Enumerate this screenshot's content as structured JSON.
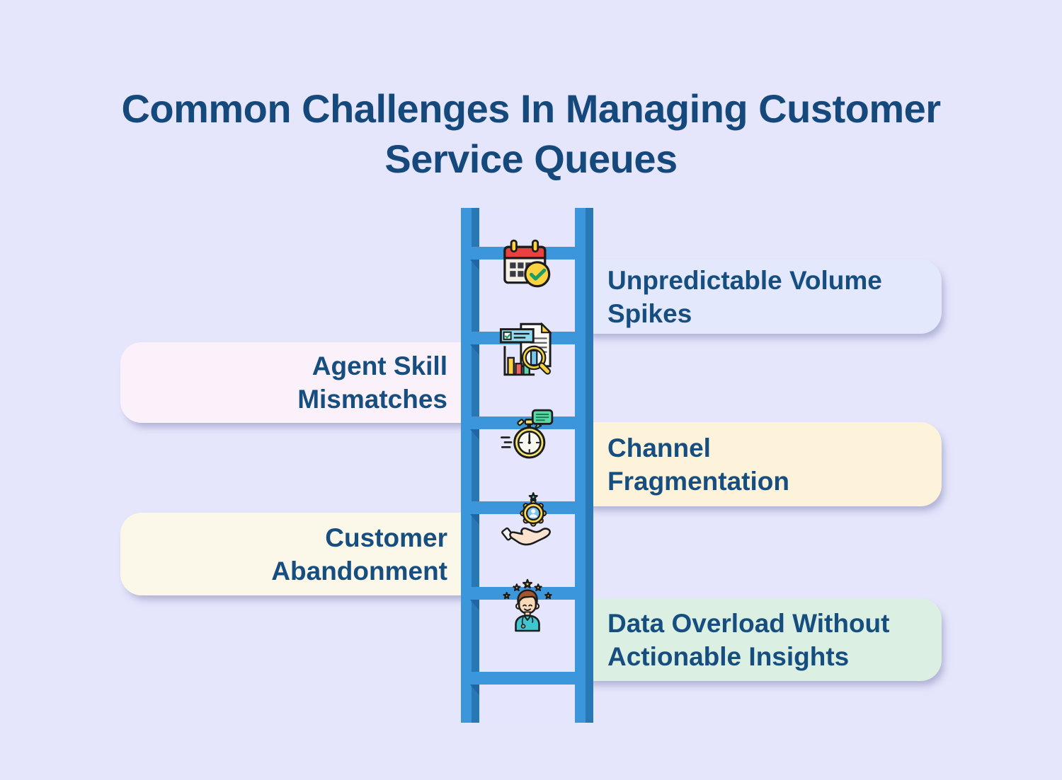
{
  "page": {
    "background": "#e5e5fc",
    "title": "Common Challenges In Managing Customer Service Queues",
    "title_lines": [
      "Common Challenges In Managing Customer",
      "Service Queues"
    ],
    "title_color": "#15497c",
    "text_color": "#174e80"
  },
  "ladder": {
    "rail_color": "#3b96db",
    "rail_edge_color": "#2878b6",
    "rung_color": "#3b96db",
    "rung_shadow_color": "#1f66a2",
    "rung_count": 6
  },
  "items": [
    {
      "label": "Unpredictable Volume Spikes",
      "lines": [
        "Unpredictable Volume",
        "Spikes"
      ],
      "side": "right",
      "card_color": "#e3e8fc",
      "icon": "calendar-check-icon"
    },
    {
      "label": "Agent Skill Mismatches",
      "lines": [
        "Agent Skill",
        "Mismatches"
      ],
      "side": "left",
      "card_color": "#fbf1fa",
      "icon": "report-analysis-icon"
    },
    {
      "label": "Channel Fragmentation",
      "lines": [
        "Channel",
        "Fragmentation"
      ],
      "side": "right",
      "card_color": "#fdf3da",
      "icon": "stopwatch-chat-icon"
    },
    {
      "label": "Customer Abandonment",
      "lines": [
        "Customer",
        "Abandonment"
      ],
      "side": "left",
      "card_color": "#fbf7e9",
      "icon": "hand-badge-icon"
    },
    {
      "label": "Data Overload Without Actionable Insights",
      "lines": [
        "Data Overload Without",
        "Actionable Insights"
      ],
      "side": "right",
      "card_color": "#dcefe3",
      "icon": "agent-stars-icon"
    }
  ]
}
